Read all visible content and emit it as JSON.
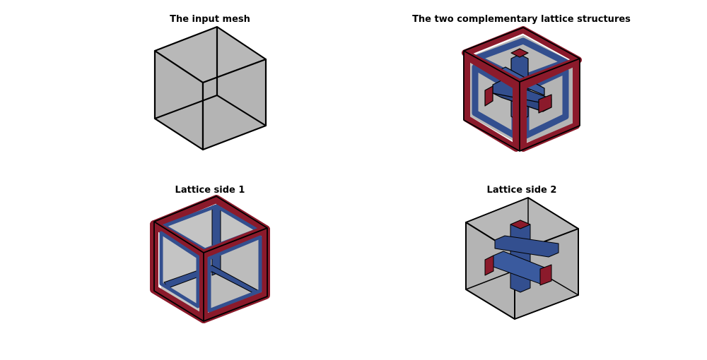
{
  "panels": [
    {
      "id": "input-mesh",
      "title": "The input mesh"
    },
    {
      "id": "both-lattices",
      "title": "The two complementary lattice structures"
    },
    {
      "id": "lattice-side-1",
      "title": "Lattice side 1"
    },
    {
      "id": "lattice-side-2",
      "title": "Lattice side 2"
    }
  ],
  "colors": {
    "mesh_fill": "#b8b8b8",
    "lattice_side_1": "#8b1a2b",
    "lattice_side_2": "#334f8f",
    "edge": "#000000"
  }
}
